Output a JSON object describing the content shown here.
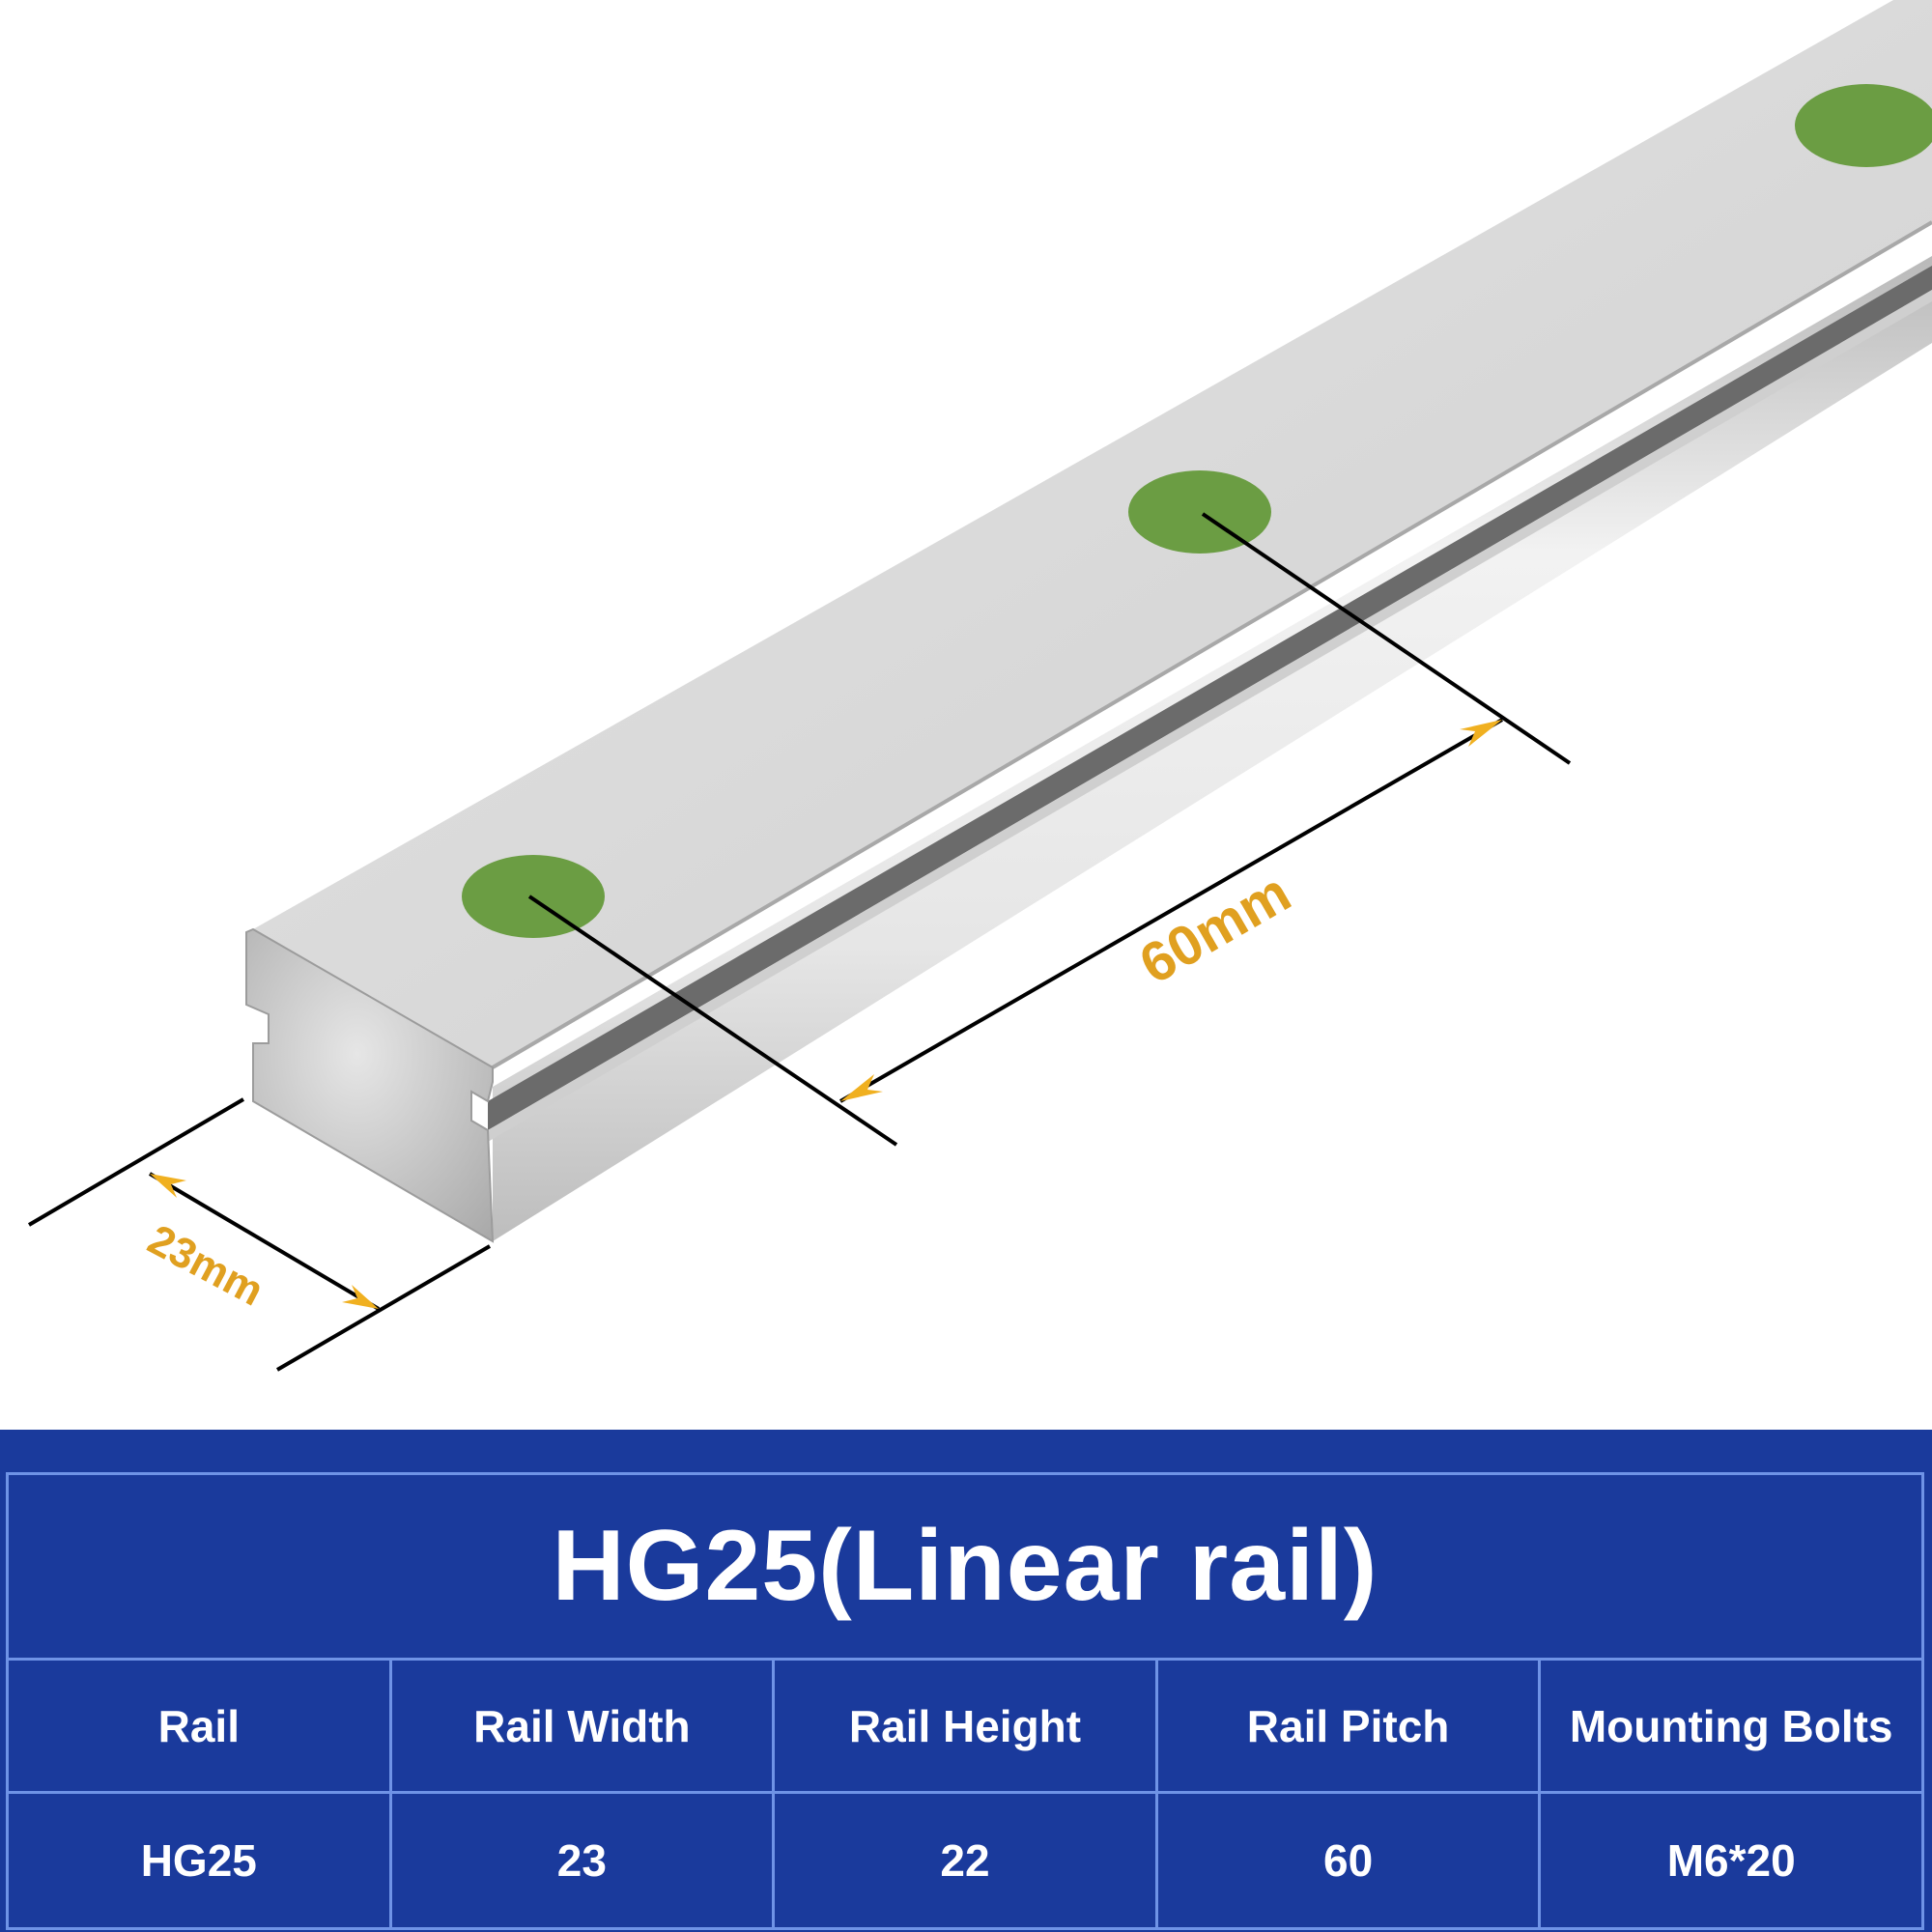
{
  "illustration": {
    "rail_width_label": "23mm",
    "rail_pitch_label": "60mm",
    "colors": {
      "rail_top": "#d8d8d8",
      "rail_side": "#e9e9e9",
      "end_face": "#c9c9c9",
      "hole_fill": "#6b9d43",
      "dimension_text": "#e0a020",
      "arrow_fill": "#f0b020"
    }
  },
  "spec_table": {
    "title": "HG25(Linear rail)",
    "headers": [
      "Rail",
      "Rail Width",
      "Rail Height",
      "Rail Pitch",
      "Mounting Bolts"
    ],
    "rows": [
      [
        "HG25",
        "23",
        "22",
        "60",
        "M6*20"
      ]
    ],
    "colors": {
      "background": "#1a3a9c",
      "border": "#6f93e6",
      "text": "#ffffff"
    }
  }
}
